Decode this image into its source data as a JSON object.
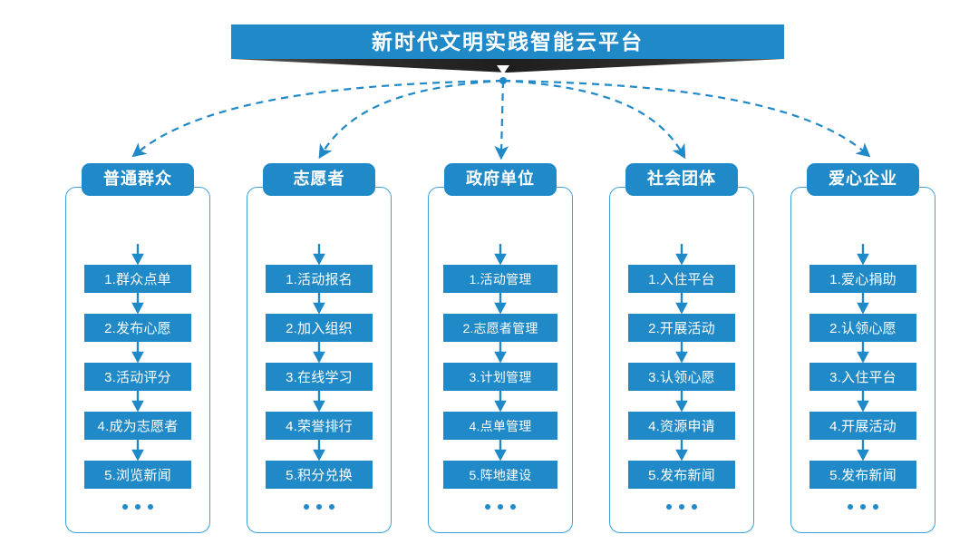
{
  "header": {
    "title": "新时代文明实践智能云平台",
    "banner_color": "#2089c8",
    "ribbon_color": "#242424",
    "caret_icon": "caret-down-icon"
  },
  "theme": {
    "accent": "#2089c8",
    "border": "#3ea2da",
    "background": "#ffffff",
    "text_on_accent": "#ffffff"
  },
  "ellipsis_label": "...",
  "columns": [
    {
      "header": "普通群众",
      "items": [
        "1.群众点单",
        "2.发布心愿",
        "3.活动评分",
        "4.成为志愿者",
        "5.浏览新闻"
      ]
    },
    {
      "header": "志愿者",
      "items": [
        "1.活动报名",
        "2.加入组织",
        "3.在线学习",
        "4.荣誉排行",
        "5.积分兑换"
      ]
    },
    {
      "header": "政府单位",
      "items": [
        "1.活动管理",
        "2.志愿者管理",
        "3.计划管理",
        "4.点单管理",
        "5.阵地建设"
      ]
    },
    {
      "header": "社会团体",
      "items": [
        "1.入住平台",
        "2.开展活动",
        "3.认领心愿",
        "4.资源申请",
        "5.发布新闻"
      ]
    },
    {
      "header": "爱心企业",
      "items": [
        "1.爱心捐助",
        "2.认领心愿",
        "3.入住平台",
        "4.开展活动",
        "5.发布新闻"
      ]
    }
  ]
}
